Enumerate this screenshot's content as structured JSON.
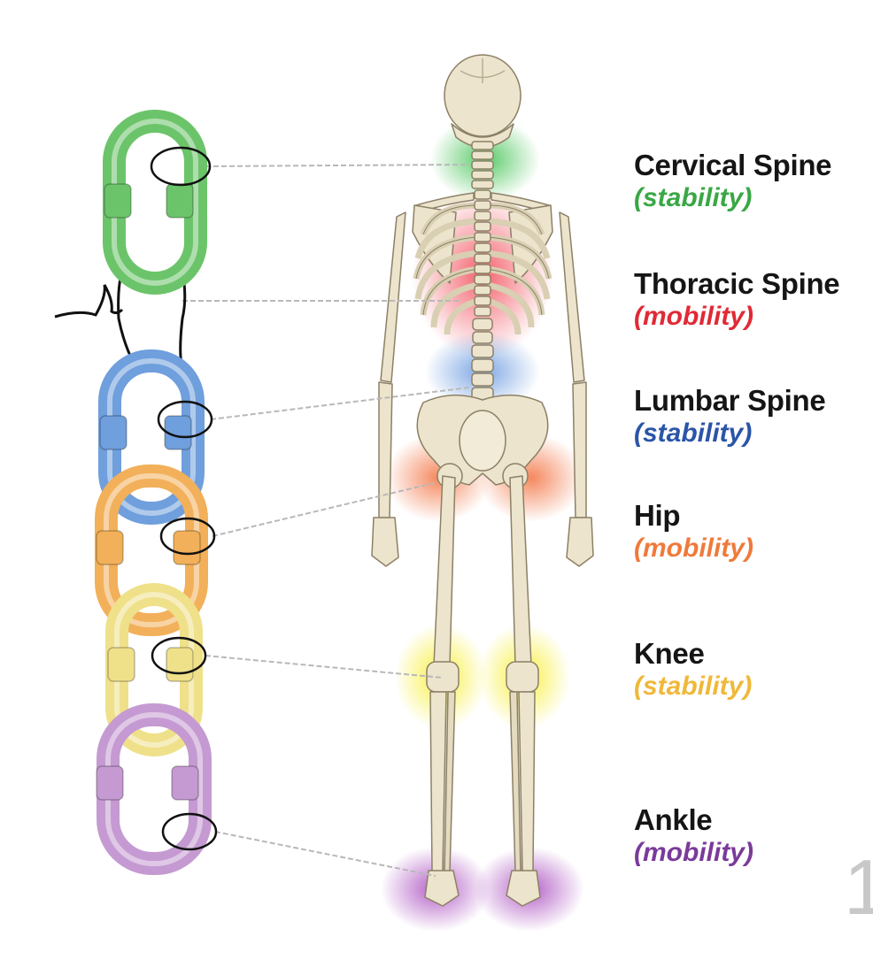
{
  "segments": [
    {
      "id": "cervical",
      "name": "Cervical Spine",
      "role": "(stability)",
      "color": "#3aa745",
      "link_color": "#6cc46a"
    },
    {
      "id": "thoracic",
      "name": "Thoracic Spine",
      "role": "(mobility)",
      "color": "#e02a35",
      "link_color": "#e8505a"
    },
    {
      "id": "lumbar",
      "name": "Lumbar Spine",
      "role": "(stability)",
      "color": "#2a55a8",
      "link_color": "#6f9fdc"
    },
    {
      "id": "hip",
      "name": "Hip",
      "role": "(mobility)",
      "color": "#ef7a3b",
      "link_color": "#f2b05a"
    },
    {
      "id": "knee",
      "name": "Knee",
      "role": "(stability)",
      "color": "#f0b83a",
      "link_color": "#efe08a"
    },
    {
      "id": "ankle",
      "name": "Ankle",
      "role": "(mobility)",
      "color": "#7a3a9a",
      "link_color": "#c59ad2"
    }
  ],
  "page_number": "1"
}
